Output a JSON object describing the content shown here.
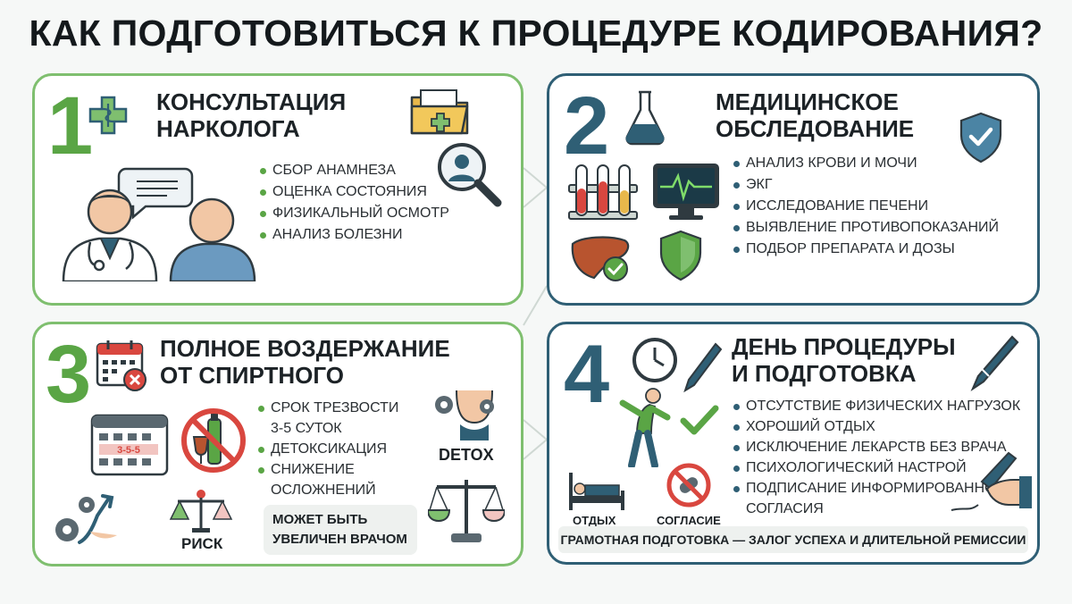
{
  "title": "КАК ПОДГОТОВИТЬСЯ К ПРОЦЕДУРЕ КОДИРОВАНИЯ?",
  "steps": [
    {
      "number": "1",
      "title_line1": "КОНСУЛЬТАЦИЯ",
      "title_line2": "НАРКОЛОГА",
      "items": [
        "СБОР АНАМНЕЗА",
        "ОЦЕНКА СОСТОЯНИЯ",
        "ФИЗИКАЛЬНЫЙ ОСМОТР",
        "АНАЛИЗ БОЛЕЗНИ"
      ]
    },
    {
      "number": "2",
      "title_line1": "МЕДИЦИНСКОЕ",
      "title_line2": "ОБСЛЕДОВАНИЕ",
      "items": [
        "АНАЛИЗ КРОВИ И МОЧИ",
        "ЭКГ",
        "ИССЛЕДОВАНИЕ ПЕЧЕНИ",
        "ВЫЯВЛЕНИЕ ПРОТИВОПОКАЗАНИЙ",
        "ПОДБОР ПРЕПАРАТА И ДОЗЫ"
      ]
    },
    {
      "number": "3",
      "title_line1": "ПОЛНОЕ ВОЗДЕРЖАНИЕ",
      "title_line2": "ОТ СПИРТНОГО",
      "items": [
        {
          "line1": "СРОК ТРЕЗВОСТИ",
          "line2": "3-5 СУТОК"
        },
        {
          "line1": "ДЕТОКСИКАЦИЯ",
          "line2": ""
        },
        {
          "line1": "СНИЖЕНИЕ",
          "line2": "ОСЛОЖНЕНИЙ"
        }
      ],
      "calendar_text": "3-5-5",
      "detox_label": "DETOX",
      "risk_label": "РИСК",
      "note_line1": "МОЖЕТ БЫТЬ",
      "note_line2": "УВЕЛИЧЕН ВРАЧОМ"
    },
    {
      "number": "4",
      "title_line1": "ДЕНЬ ПРОЦЕДУРЫ",
      "title_line2": "И ПОДГОТОВКА",
      "items": [
        {
          "line1": "ОТСУТСТВИЕ ФИЗИЧЕСКИХ НАГРУЗОК",
          "line2": ""
        },
        {
          "line1": "ХОРОШИЙ ОТДЫХ",
          "line2": ""
        },
        {
          "line1": "ИСКЛЮЧЕНИЕ ЛЕКАРСТВ БЕЗ ВРАЧА",
          "line2": ""
        },
        {
          "line1": "ПСИХОЛОГИЧЕСКИЙ НАСТРОЙ",
          "line2": ""
        },
        {
          "line1": "ПОДПИСАНИЕ ИНФОРМИРОВАННОГО",
          "line2": "СОГЛАСИЯ"
        }
      ],
      "rest_label": "ОТДЫХ",
      "consent_label": "СОГЛАСИЕ",
      "footer": "ГРАМОТНАЯ ПОДГОТОВКА — ЗАЛОГ УСПЕХА И ДЛИТЕЛЬНОЙ РЕМИССИИ"
    }
  ],
  "colors": {
    "green": "#5aa545",
    "blue": "#2f5f75",
    "skin": "#f2c7a5",
    "red": "#d9473f"
  }
}
